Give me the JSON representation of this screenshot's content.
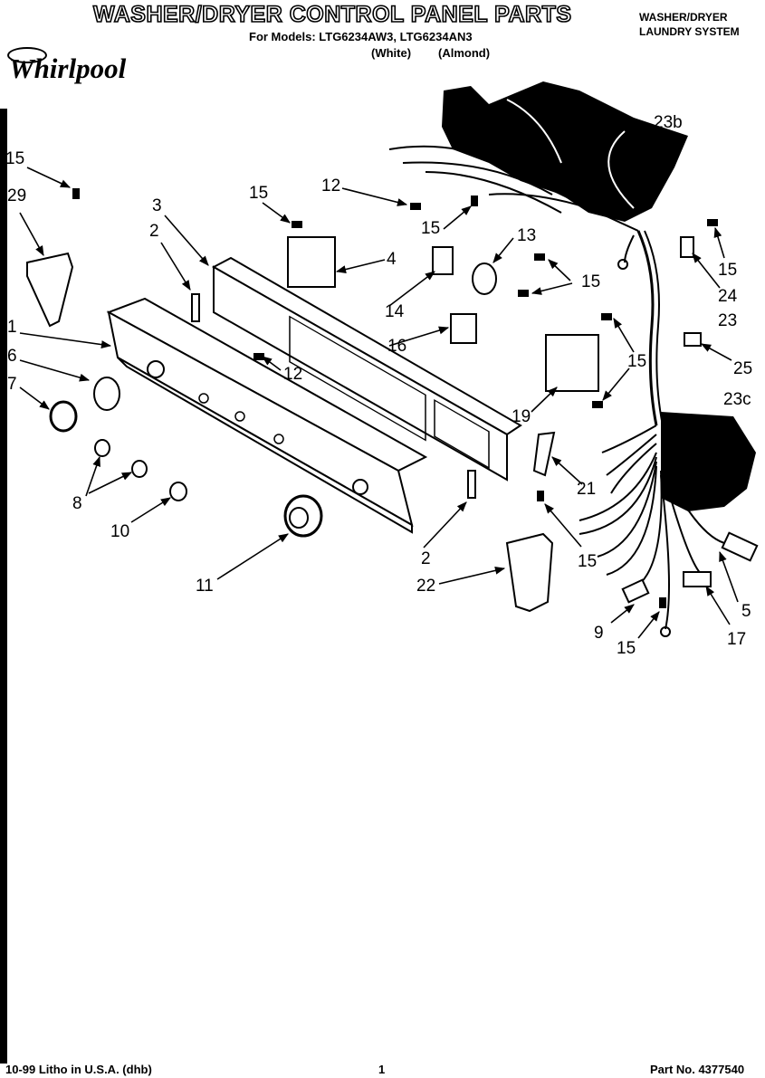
{
  "header": {
    "title": "WASHER/DRYER CONTROL PANEL PARTS",
    "models": "For Models: LTG6234AW3, LTG6234AN3",
    "color_white": "(White)",
    "color_almond": "(Almond)",
    "system_line1": "WASHER/DRYER",
    "system_line2": "LAUNDRY SYSTEM",
    "brand": "Whirlpool"
  },
  "callouts": [
    {
      "id": "c15a",
      "text": "15"
    },
    {
      "id": "c29",
      "text": "29"
    },
    {
      "id": "c1",
      "text": "1"
    },
    {
      "id": "c6",
      "text": "6"
    },
    {
      "id": "c7",
      "text": "7"
    },
    {
      "id": "c8",
      "text": "8"
    },
    {
      "id": "c10",
      "text": "10"
    },
    {
      "id": "c11",
      "text": "11"
    },
    {
      "id": "c3",
      "text": "3"
    },
    {
      "id": "c2a",
      "text": "2"
    },
    {
      "id": "c15b",
      "text": "15"
    },
    {
      "id": "c12a",
      "text": "12"
    },
    {
      "id": "c4",
      "text": "4"
    },
    {
      "id": "c15c",
      "text": "15"
    },
    {
      "id": "c13",
      "text": "13"
    },
    {
      "id": "c14",
      "text": "14"
    },
    {
      "id": "c15d",
      "text": "15"
    },
    {
      "id": "c16",
      "text": "16"
    },
    {
      "id": "c12b",
      "text": "12"
    },
    {
      "id": "c19",
      "text": "19"
    },
    {
      "id": "c15e",
      "text": "15"
    },
    {
      "id": "c23b",
      "text": "23b"
    },
    {
      "id": "c15f",
      "text": "15"
    },
    {
      "id": "c24",
      "text": "24"
    },
    {
      "id": "c23",
      "text": "23"
    },
    {
      "id": "c25",
      "text": "25"
    },
    {
      "id": "c23c",
      "text": "23c"
    },
    {
      "id": "c21",
      "text": "21"
    },
    {
      "id": "c2b",
      "text": "2"
    },
    {
      "id": "c22",
      "text": "22"
    },
    {
      "id": "c15g",
      "text": "15"
    },
    {
      "id": "c5",
      "text": "5"
    },
    {
      "id": "c9",
      "text": "9"
    },
    {
      "id": "c15h",
      "text": "15"
    },
    {
      "id": "c17",
      "text": "17"
    }
  ],
  "footer": {
    "litho": "10-99 Litho in U.S.A. (dhb)",
    "page": "1",
    "part_no": "Part No. 4377540"
  }
}
